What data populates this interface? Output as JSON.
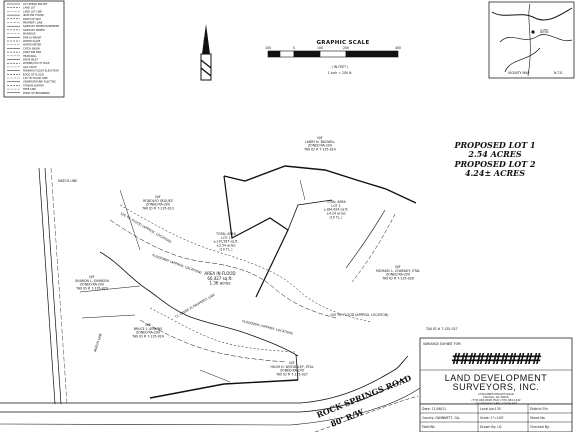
{
  "legend": {
    "items": [
      "LOT REBAR PIN SET",
      "LAND LOT",
      "LAND LOT LINE",
      "IRON PIN FOUND",
      "RIGHT-OF-WAY",
      "PROPERTY LINE",
      "SANITARY SEWER EASEMENT",
      "SANITARY SEWER",
      "MANHOLE",
      "FIRE HYDRANT",
      "WATER VALVE",
      "WATER METER",
      "CATCH BASIN",
      "JUNCTION BOX",
      "HEADWALL",
      "DROP INLET",
      "POWER/UTILITY POLE",
      "GAS VALVE",
      "FINISHED FLOOR ELEVATION",
      "EDGE OF FLOOD",
      "100 YR FLOOD LINE",
      "UNDERGROUND ELECTRIC",
      "STREAM BUFFER",
      "TREE LINE",
      "POINT OF BEGINNING"
    ]
  },
  "north_arrow": {
    "label": "NORTH"
  },
  "graphic_scale": {
    "title": "GRAPHIC SCALE",
    "ticks": [
      "100",
      "0",
      "100",
      "200",
      "400"
    ],
    "units": "( IN FEET )",
    "ratio": "1 inch = 200 ft."
  },
  "vicinity_map": {
    "site_label": "SITE",
    "caption": "VICINITY MAP",
    "scale_note": "N.T.S."
  },
  "proposed": [
    {
      "lot": "PROPOSED LOT 1",
      "area": "2.54 ACRES"
    },
    {
      "lot": "PROPOSED LOT 2",
      "area": "4.24± ACRES"
    }
  ],
  "plan": {
    "match_line": "MATCH LINE",
    "owners": {
      "bacnell": {
        "name": "N/F\nLARRY N. BACNELL\nZONED RA-200\nTAX ID # 7-135-014"
      },
      "seguez": {
        "name": "N/F\nRODOLFO SEGUEZ\nZONED RA-200\nTAX ID # 7-135-013"
      },
      "johnson": {
        "name": "N/F\nSHARON L. JOHNSON\nZONED RA-200\nTAX ID # 7-135-029"
      },
      "jenkins": {
        "name": "N/F\nBRUCE L. JENKINS\nZONED RA-200\nTAX ID # 7-135-024"
      },
      "chamley": {
        "name": "N/F\nMICHAEL L. CHAMLEY, ETAL\nZONED RA-200\nTAX ID # 7-135-026"
      },
      "woodsley": {
        "name": "N/F\nHUGH H. WOODSLEY, ETAL\nZONED RA-200\nTAX ID # 7-135-027"
      }
    },
    "lot1_area": "TOTAL AREA\nLOT 1\n±110,567 sq.ft.\n±2.54 acres\n(10 T.L.)",
    "lot2_area": "TOTAL AREA\nLOT 2\n±184,624 sq.ft.\n±4.24 acres\n(10 T.L.)",
    "flood_area": "AREA IN FLOOD\n60,427 sq.ft.\n1.36 acres",
    "flood_labels": [
      "FLOODWAY (APPROX. LOCATION)",
      "100 YR. FLOOD (APPROX. LOCATION)",
      "FLOODWAY (APPROX. LOCATION)",
      "100 YR. FLOOD (APPROX. LOCATION)",
      "CL CREEK IS PROPERTY LINE"
    ],
    "road_name": "ROCK SPRINGS ROAD",
    "road_width": "80' R/W",
    "tax_id_right": "TAX ID # 7-135-027"
  },
  "title_block": {
    "variance_label": "VARIANCE EXHIBIT FOR:",
    "owner_redacted": "###########",
    "firm_line1": "LAND DEVELOPMENT",
    "firm_line2": "SURVEYORS, INC.",
    "address": "2746 JONES PHILLIPS ROAD\nDACULA, GA 30019\n(770) 682-8028 (FAX) (770) 682-1442\nLDSURVEYING@BELLSOUTH.NET",
    "row1": {
      "date": "Date: 11/08/11",
      "land_lot": "Land Lot:135",
      "district": "District:7th"
    },
    "row2": {
      "county": "County: GWINNETT, GA.",
      "scale": "Scale: 1\"=100'",
      "sheet": "Sheet No."
    },
    "row3": {
      "field": "Field Bk:",
      "drawn": "Drawn By: LD",
      "checked": "Checked By:"
    }
  }
}
